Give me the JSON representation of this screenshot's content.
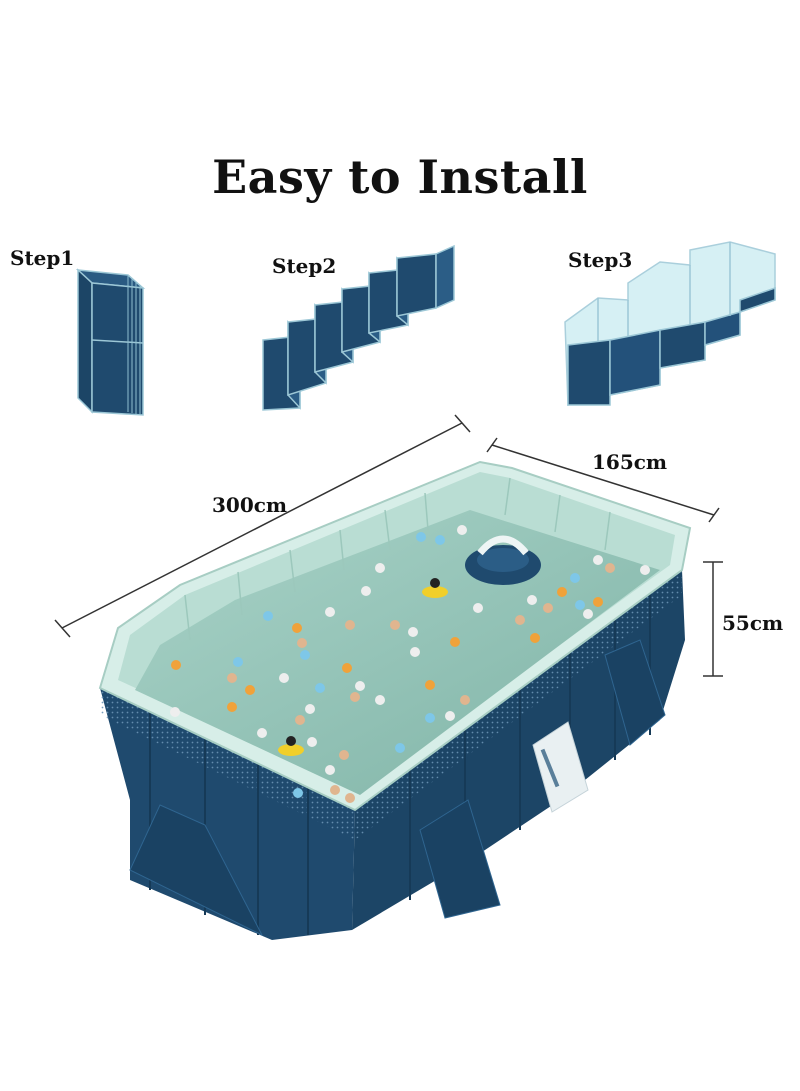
{
  "title": "Easy to Install",
  "steps": [
    {
      "label": "Step1"
    },
    {
      "label": "Step2"
    },
    {
      "label": "Step3"
    }
  ],
  "dimensions": {
    "length": "300cm",
    "width": "165cm",
    "height": "55cm"
  },
  "colors": {
    "panel_blue": "#1f4a6e",
    "panel_dark": "#173a58",
    "rim_mint": "#cfe8e1",
    "water": "#8fbfb2",
    "frame_light": "#bfe6ee"
  }
}
